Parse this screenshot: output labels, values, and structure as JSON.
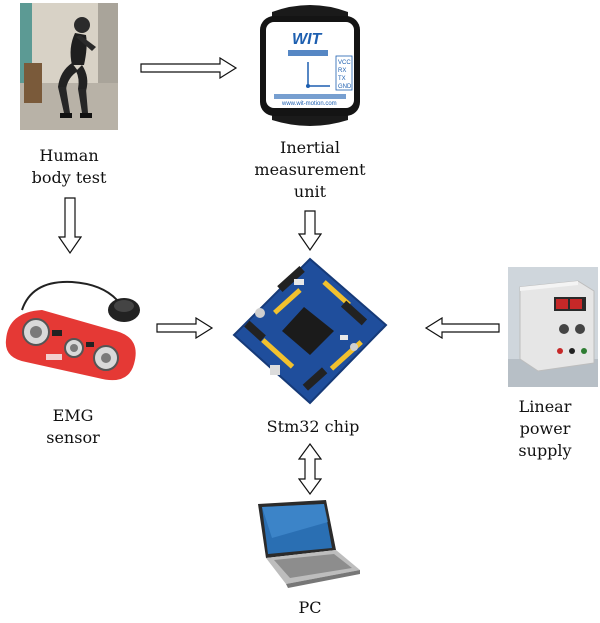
{
  "nodes": {
    "human": {
      "label_lines": [
        "Human",
        "body test"
      ],
      "icon": "person-squatting-photo-icon"
    },
    "imu": {
      "label_lines": [
        "Inertial",
        "measurement",
        "unit"
      ],
      "icon": "imu-sensor-icon",
      "device_brand": "WIT",
      "device_pins": [
        "VCC",
        "RX",
        "TX",
        "GND"
      ],
      "device_url": "www.wit-motion.com"
    },
    "emg": {
      "label_lines": [
        "EMG",
        "sensor"
      ],
      "icon": "emg-sensor-board-icon"
    },
    "stm32": {
      "label_lines": [
        "Stm32 chip"
      ],
      "icon": "stm32-dev-board-icon"
    },
    "psu": {
      "label_lines": [
        "Linear",
        "power",
        "supply"
      ],
      "icon": "linear-power-supply-icon"
    },
    "pc": {
      "label_lines": [
        "PC"
      ],
      "icon": "laptop-icon"
    }
  },
  "edges": [
    {
      "from": "human",
      "to": "imu",
      "style": "hollow-arrow"
    },
    {
      "from": "human",
      "to": "emg",
      "style": "hollow-arrow"
    },
    {
      "from": "imu",
      "to": "stm32",
      "style": "hollow-arrow"
    },
    {
      "from": "emg",
      "to": "stm32",
      "style": "hollow-arrow"
    },
    {
      "from": "psu",
      "to": "stm32",
      "style": "hollow-arrow"
    },
    {
      "from": "stm32",
      "to": "pc",
      "style": "hollow-double-arrow"
    }
  ],
  "colors": {
    "emg_board": "#e53935",
    "stm32_board": "#1f4e9c",
    "chip": "#1b1b1b",
    "header_pins": "#f2c12e",
    "laptop_screen": "#2a6fb3",
    "imu_face": "#ffffff",
    "imu_brand": "#1d5fb0"
  }
}
